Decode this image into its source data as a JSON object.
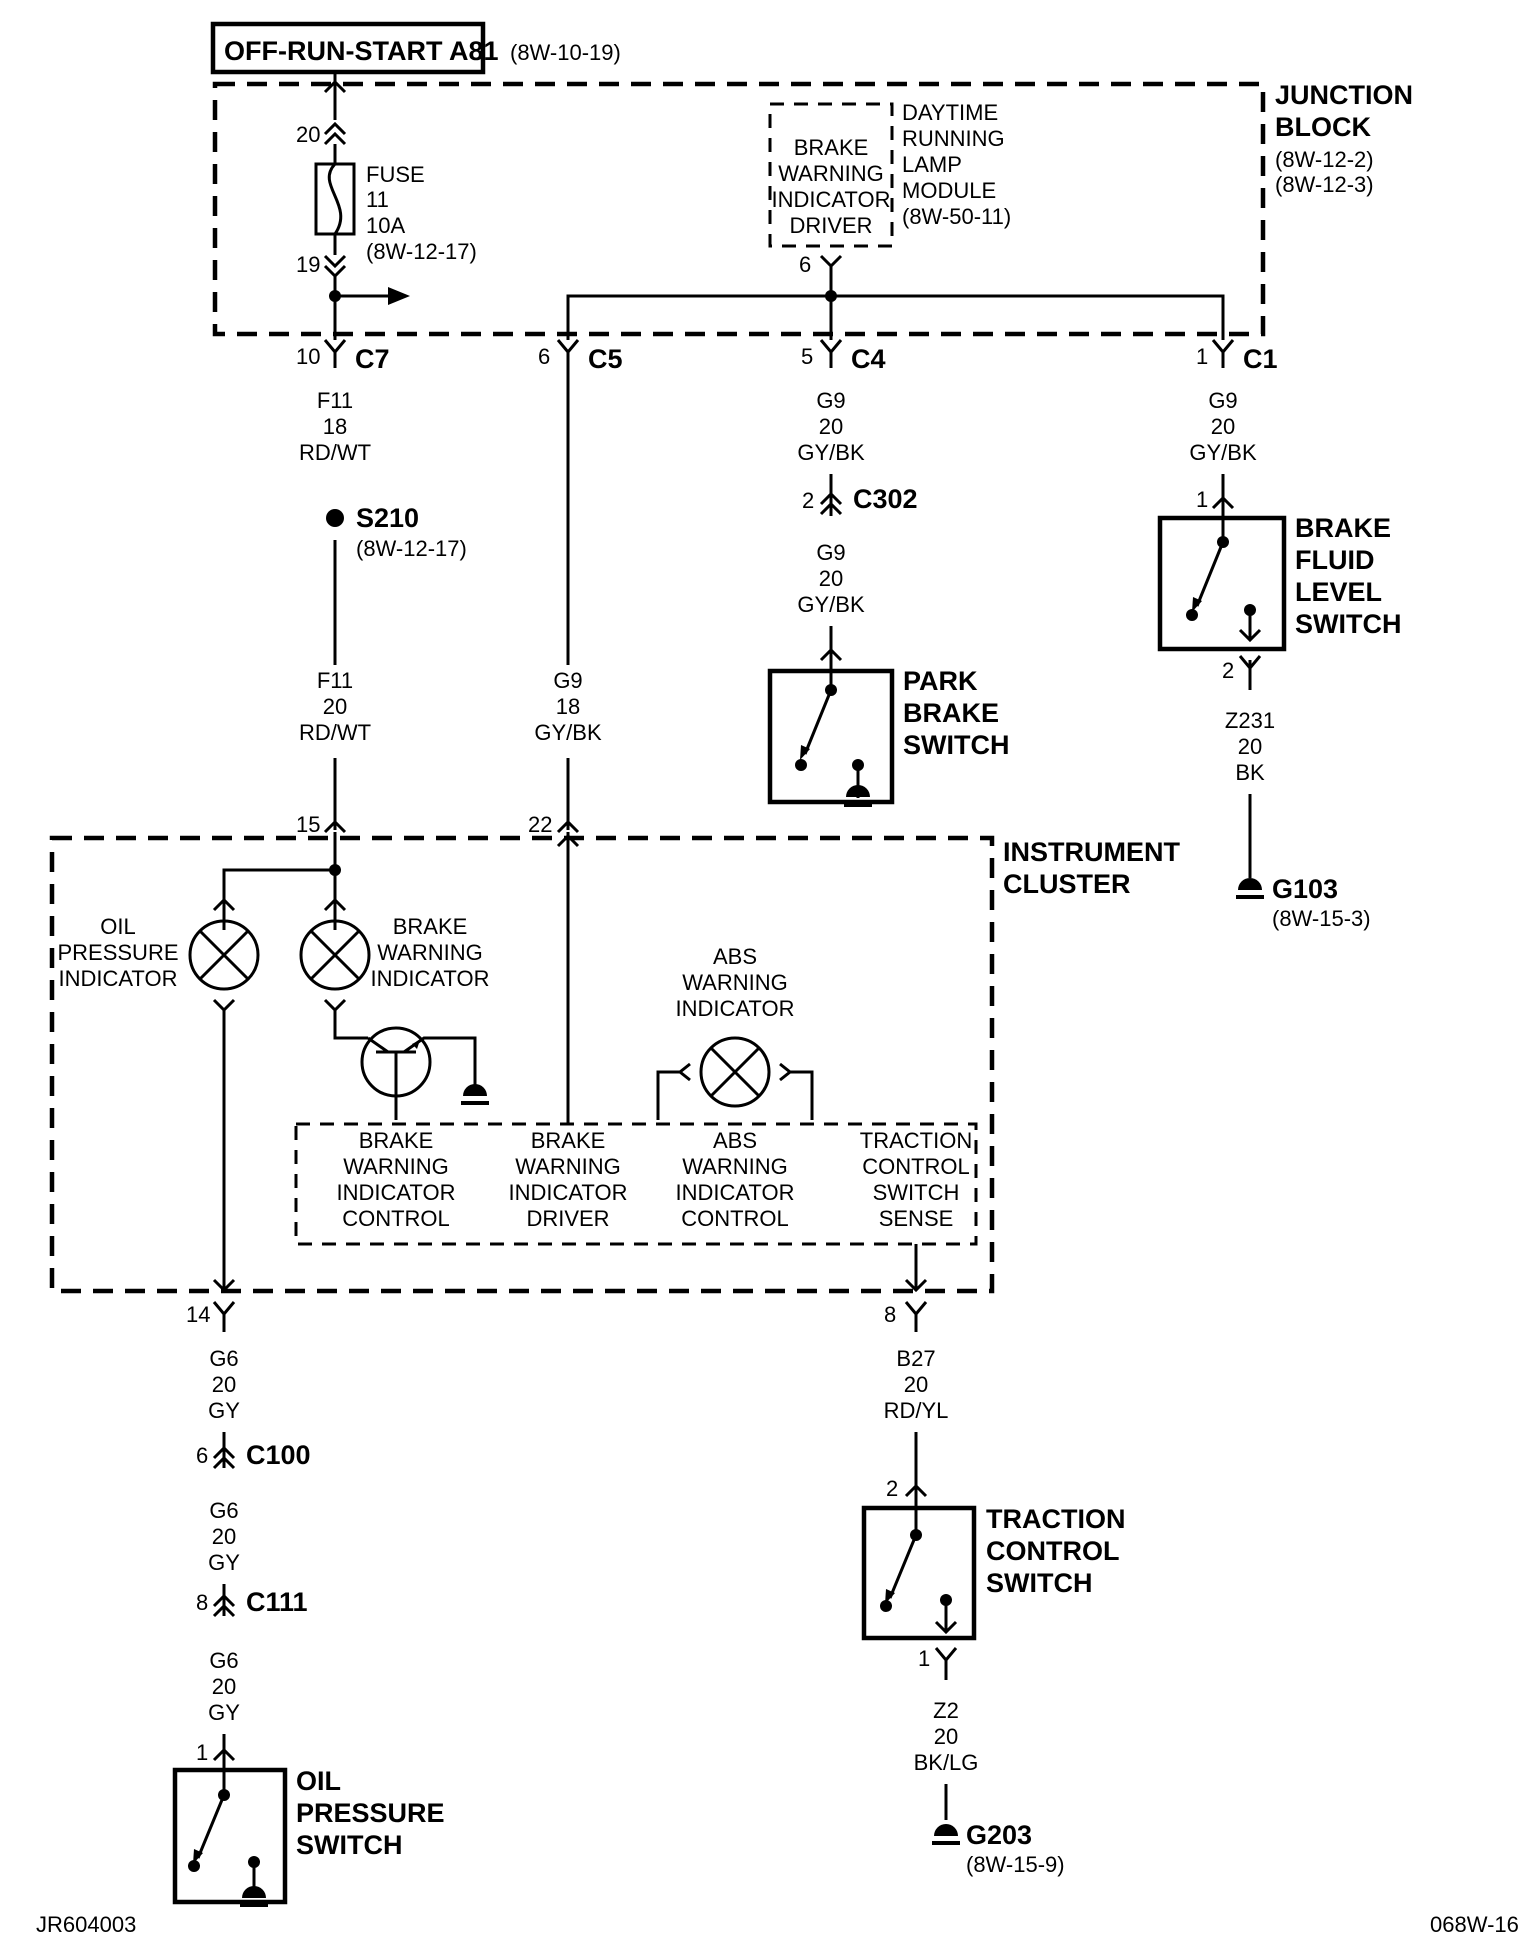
{
  "title_box": {
    "label": "OFF-RUN-START A81",
    "ref": "(8W-10-19)"
  },
  "junction_block": {
    "label_line1": "JUNCTION",
    "label_line2": "BLOCK",
    "ref1": "(8W-12-2)",
    "ref2": "(8W-12-3)",
    "fuse": {
      "line1": "FUSE",
      "line2": "11",
      "line3": "10A",
      "ref": "(8W-12-17)",
      "pin_top": "20",
      "pin_bottom": "19"
    },
    "drl_module": {
      "driver_lines": [
        "BRAKE",
        "WARNING",
        "INDICATOR",
        "DRIVER"
      ],
      "name_lines": [
        "DAYTIME",
        "RUNNING",
        "LAMP",
        "MODULE"
      ],
      "ref": "(8W-50-11)",
      "pin": "6"
    }
  },
  "connectors": {
    "c7": {
      "name": "C7",
      "pin": "10"
    },
    "c5": {
      "name": "C5",
      "pin": "6"
    },
    "c4": {
      "name": "C4",
      "pin": "5"
    },
    "c1": {
      "name": "C1",
      "pin": "1"
    },
    "c302": {
      "name": "C302",
      "pin": "2"
    },
    "c100": {
      "name": "C100",
      "pin": "6"
    },
    "c111": {
      "name": "C111",
      "pin": "8"
    }
  },
  "wires": {
    "f11_upper": [
      "F11",
      "18",
      "RD/WT"
    ],
    "f11_lower": [
      "F11",
      "20",
      "RD/WT"
    ],
    "g9_c5": [
      "G9",
      "18",
      "GY/BK"
    ],
    "g9_c4_upper": [
      "G9",
      "20",
      "GY/BK"
    ],
    "g9_c4_lower": [
      "G9",
      "20",
      "GY/BK"
    ],
    "g9_c1": [
      "G9",
      "20",
      "GY/BK"
    ],
    "z231": [
      "Z231",
      "20",
      "BK"
    ],
    "g6_1": [
      "G6",
      "20",
      "GY"
    ],
    "g6_2": [
      "G6",
      "20",
      "GY"
    ],
    "g6_3": [
      "G6",
      "20",
      "GY"
    ],
    "b27": [
      "B27",
      "20",
      "RD/YL"
    ],
    "z2": [
      "Z2",
      "20",
      "BK/LG"
    ]
  },
  "splice": {
    "name": "S210",
    "ref": "(8W-12-17)"
  },
  "grounds": {
    "g103": {
      "name": "G103",
      "ref": "(8W-15-3)"
    },
    "g203": {
      "name": "G203",
      "ref": "(8W-15-9)"
    }
  },
  "switches": {
    "brake_fluid": {
      "lines": [
        "BRAKE",
        "FLUID",
        "LEVEL",
        "SWITCH"
      ],
      "pin_top": "1",
      "pin_bottom": "2"
    },
    "park_brake": {
      "lines": [
        "PARK",
        "BRAKE",
        "SWITCH"
      ]
    },
    "traction": {
      "lines": [
        "TRACTION",
        "CONTROL",
        "SWITCH"
      ],
      "pin_top": "2",
      "pin_bottom": "1"
    },
    "oil_pressure": {
      "lines": [
        "OIL",
        "PRESSURE",
        "SWITCH"
      ],
      "pin_top": "1"
    }
  },
  "instrument_cluster": {
    "label_line1": "INSTRUMENT",
    "label_line2": "CLUSTER",
    "pin_f11": "15",
    "pin_g9": "22",
    "pin_g6": "14",
    "pin_b27": "8",
    "oil_indicator": [
      "OIL",
      "PRESSURE",
      "INDICATOR"
    ],
    "brake_indicator": [
      "BRAKE",
      "WARNING",
      "INDICATOR"
    ],
    "abs_indicator": [
      "ABS",
      "WARNING",
      "INDICATOR"
    ],
    "modules": {
      "bwic": [
        "BRAKE",
        "WARNING",
        "INDICATOR",
        "CONTROL"
      ],
      "bwid": [
        "BRAKE",
        "WARNING",
        "INDICATOR",
        "DRIVER"
      ],
      "awic": [
        "ABS",
        "WARNING",
        "INDICATOR",
        "CONTROL"
      ],
      "tcss": [
        "TRACTION",
        "CONTROL",
        "SWITCH",
        "SENSE"
      ]
    }
  },
  "footer": {
    "left": "JR604003",
    "right": "068W-16"
  }
}
